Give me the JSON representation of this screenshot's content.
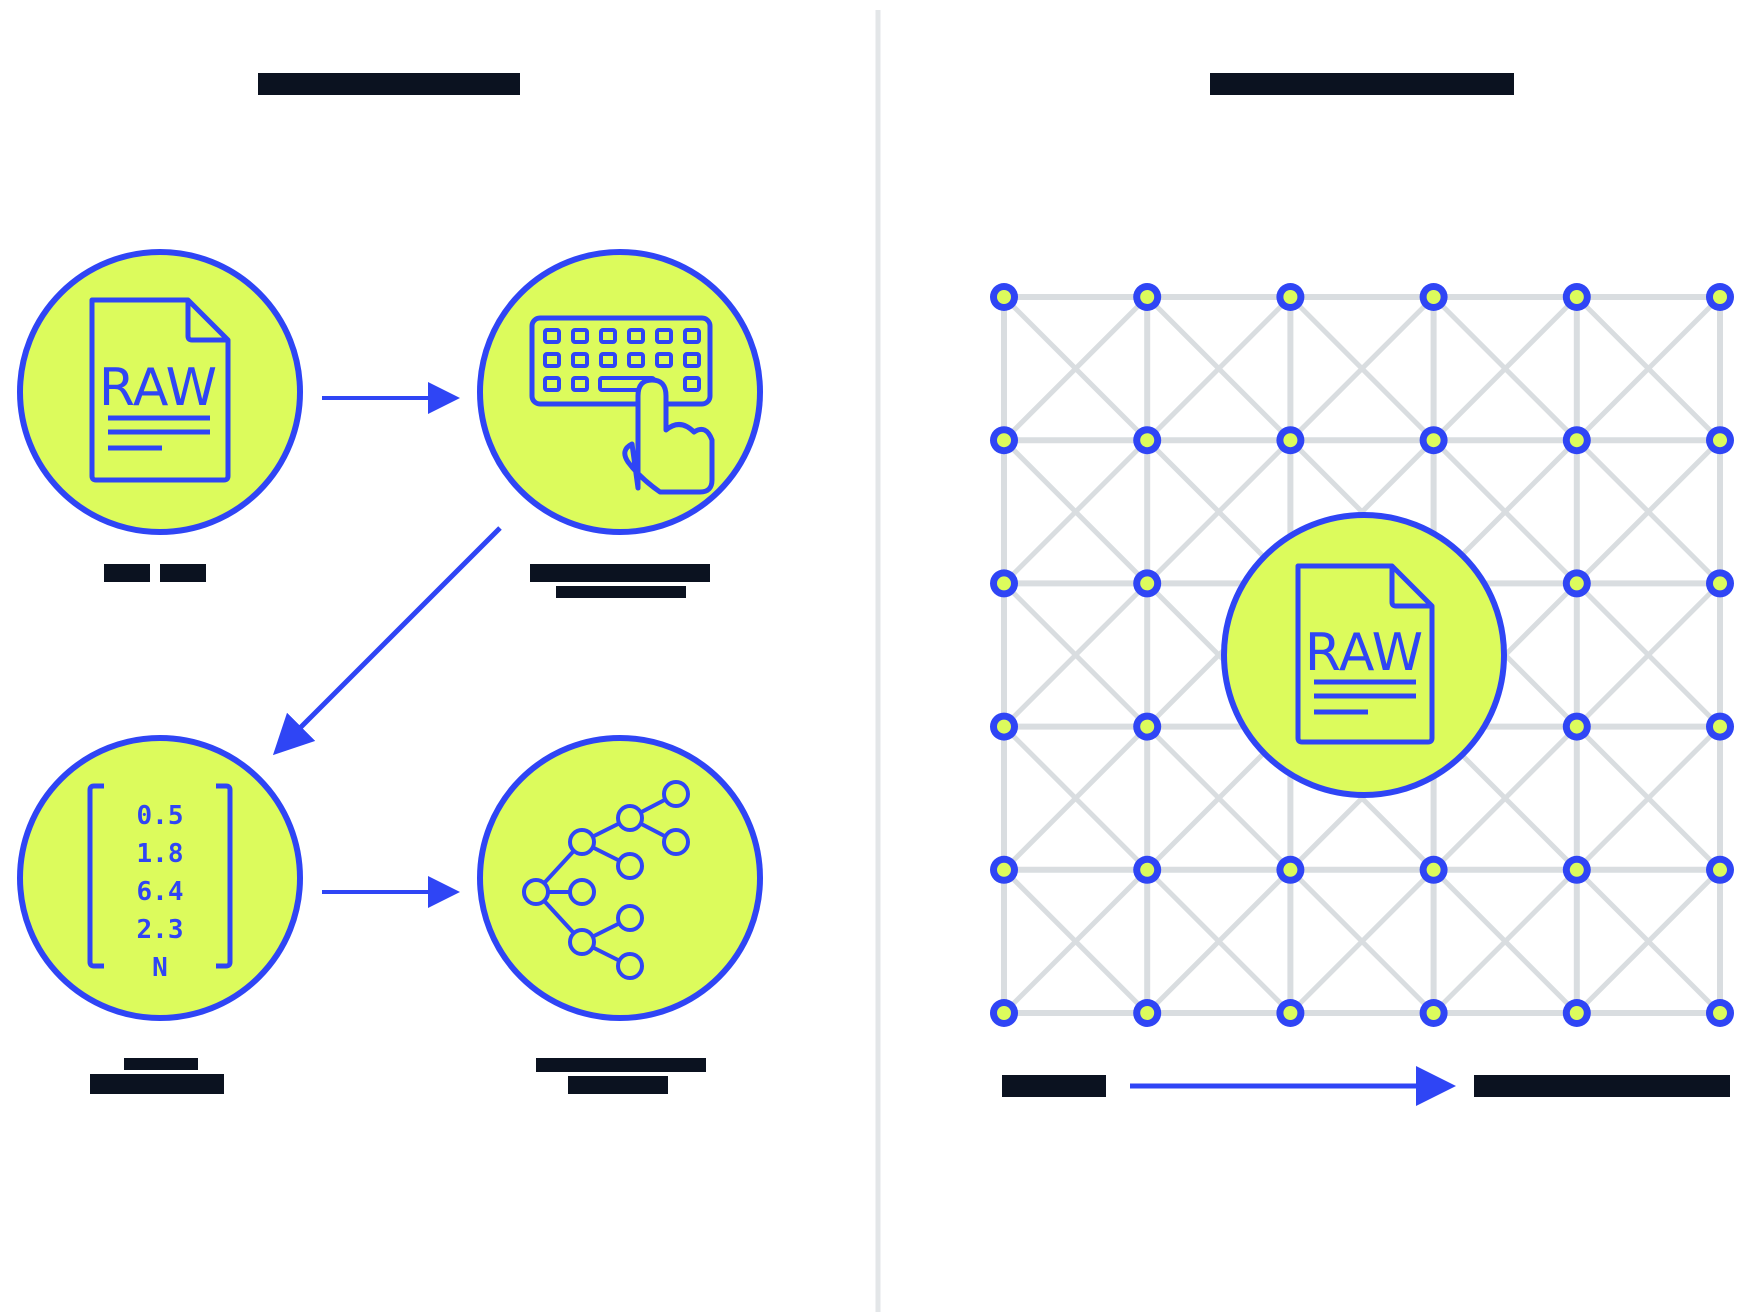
{
  "colors": {
    "blue": "#2f45f5",
    "lime": "#dcfb5c",
    "ink": "#0b1220",
    "grid": "#d9dde0",
    "divider": "#e3e6e8"
  },
  "left_panel": {
    "nodes": [
      {
        "id": "raw-data",
        "icon": "raw-file-icon",
        "doc_text": "RAW"
      },
      {
        "id": "feature-engineering",
        "icon": "keyboard-hand-icon"
      },
      {
        "id": "feature-vector",
        "icon": "vector-bracket-icon",
        "values": [
          "0.5",
          "1.8",
          "6.4",
          "2.3",
          "N"
        ]
      },
      {
        "id": "ml-model",
        "icon": "tree-network-icon"
      }
    ]
  },
  "right_panel": {
    "center_node": {
      "id": "raw-data-center",
      "icon": "raw-file-icon",
      "doc_text": "RAW"
    },
    "grid": {
      "rows": 6,
      "cols": 6
    }
  }
}
